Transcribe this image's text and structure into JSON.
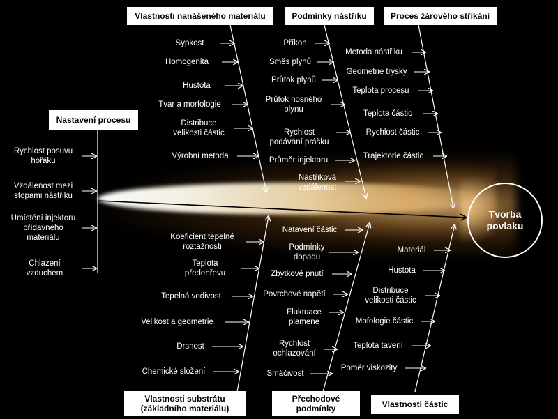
{
  "result": {
    "line1": "Tvorba",
    "line2": "povlaku"
  },
  "categories": {
    "deposited_material": "Vlastnosti nanášeného materiálu",
    "spray_conditions": "Podmínky nástřiku",
    "spray_process": "Proces žárového stříkání",
    "process_settings": "Nastavení procesu",
    "substrate_l1": "Vlastnosti substrátu",
    "substrate_l2": "(základního materiálu)",
    "transition_l1": "Přechodové",
    "transition_l2": "podmínky",
    "particle": "Vlastnosti částic"
  },
  "deposited_material_items": [
    {
      "l1": "Sypkost",
      "l2": ""
    },
    {
      "l1": "Homogenita",
      "l2": ""
    },
    {
      "l1": "Hustota",
      "l2": ""
    },
    {
      "l1": "Tvar a morfologie",
      "l2": ""
    },
    {
      "l1": "Distribuce",
      "l2": "velikosti částic"
    },
    {
      "l1": "Výrobní metoda",
      "l2": ""
    }
  ],
  "spray_conditions_items": [
    {
      "l1": "Příkon",
      "l2": ""
    },
    {
      "l1": "Směs plynů",
      "l2": ""
    },
    {
      "l1": "Průtok plynů",
      "l2": ""
    },
    {
      "l1": "Průtok nosného",
      "l2": "plynu"
    },
    {
      "l1": "Rychlost",
      "l2": "podávání prášku"
    },
    {
      "l1": "Průměr injektoru",
      "l2": ""
    },
    {
      "l1": "Nástřiková",
      "l2": "vzdálenost"
    }
  ],
  "spray_process_items": [
    {
      "l1": "Metoda nástřiku",
      "l2": ""
    },
    {
      "l1": "Geometrie trysky",
      "l2": ""
    },
    {
      "l1": "Teplota procesu",
      "l2": ""
    },
    {
      "l1": "Teplota částic",
      "l2": ""
    },
    {
      "l1": "Rychlost částic",
      "l2": ""
    },
    {
      "l1": "Trajektorie částic",
      "l2": ""
    }
  ],
  "process_settings_items": [
    {
      "l1": "Rychlost posuvu",
      "l2": "hořáku"
    },
    {
      "l1": "Vzdálenost mezi",
      "l2": "stopami nástřiku"
    },
    {
      "l1": "Umístění injektoru",
      "l2": "přídavného",
      "l3": "materiálu"
    },
    {
      "l1": "Chlazení",
      "l2": "vzduchem"
    }
  ],
  "substrate_items": [
    {
      "l1": "Koeficient tepelné",
      "l2": "roztažnosti"
    },
    {
      "l1": "Teplota",
      "l2": "předehřevu"
    },
    {
      "l1": "Tepelná vodivost",
      "l2": ""
    },
    {
      "l1": "Velikost a geometrie",
      "l2": ""
    },
    {
      "l1": "Drsnost",
      "l2": ""
    },
    {
      "l1": "Chemické složení",
      "l2": ""
    }
  ],
  "transition_items": [
    {
      "l1": "Natavení částic",
      "l2": ""
    },
    {
      "l1": "Podmínky",
      "l2": "dopadu"
    },
    {
      "l1": "Zbytkové pnutí",
      "l2": ""
    },
    {
      "l1": "Povrchové napětí",
      "l2": ""
    },
    {
      "l1": "Fluktuace",
      "l2": "plamene"
    },
    {
      "l1": "Rychlost",
      "l2": "ochlazování"
    },
    {
      "l1": "Smáčivost",
      "l2": ""
    }
  ],
  "particle_items": [
    {
      "l1": "Materiál",
      "l2": ""
    },
    {
      "l1": "Hustota",
      "l2": ""
    },
    {
      "l1": "Distribuce",
      "l2": "velikosti částic"
    },
    {
      "l1": "Mofologie částic",
      "l2": ""
    },
    {
      "l1": "Teplota tavení",
      "l2": ""
    },
    {
      "l1": "Poměr viskozity",
      "l2": ""
    }
  ]
}
